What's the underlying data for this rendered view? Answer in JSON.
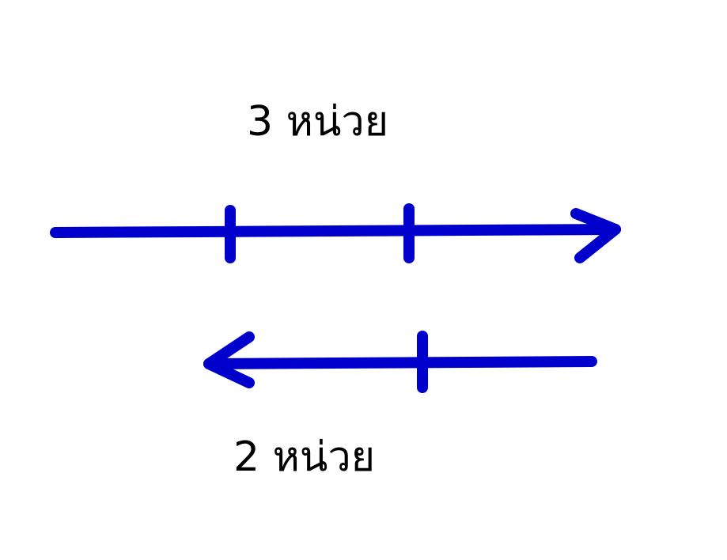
{
  "labels": {
    "top": "3 หน่วย",
    "bottom": "2 หน่วย"
  },
  "colors": {
    "arrow": "#0000cc",
    "text": "#000000",
    "background": "#ffffff"
  },
  "arrows": [
    {
      "direction": "right",
      "units": 3
    },
    {
      "direction": "left",
      "units": 2
    }
  ]
}
